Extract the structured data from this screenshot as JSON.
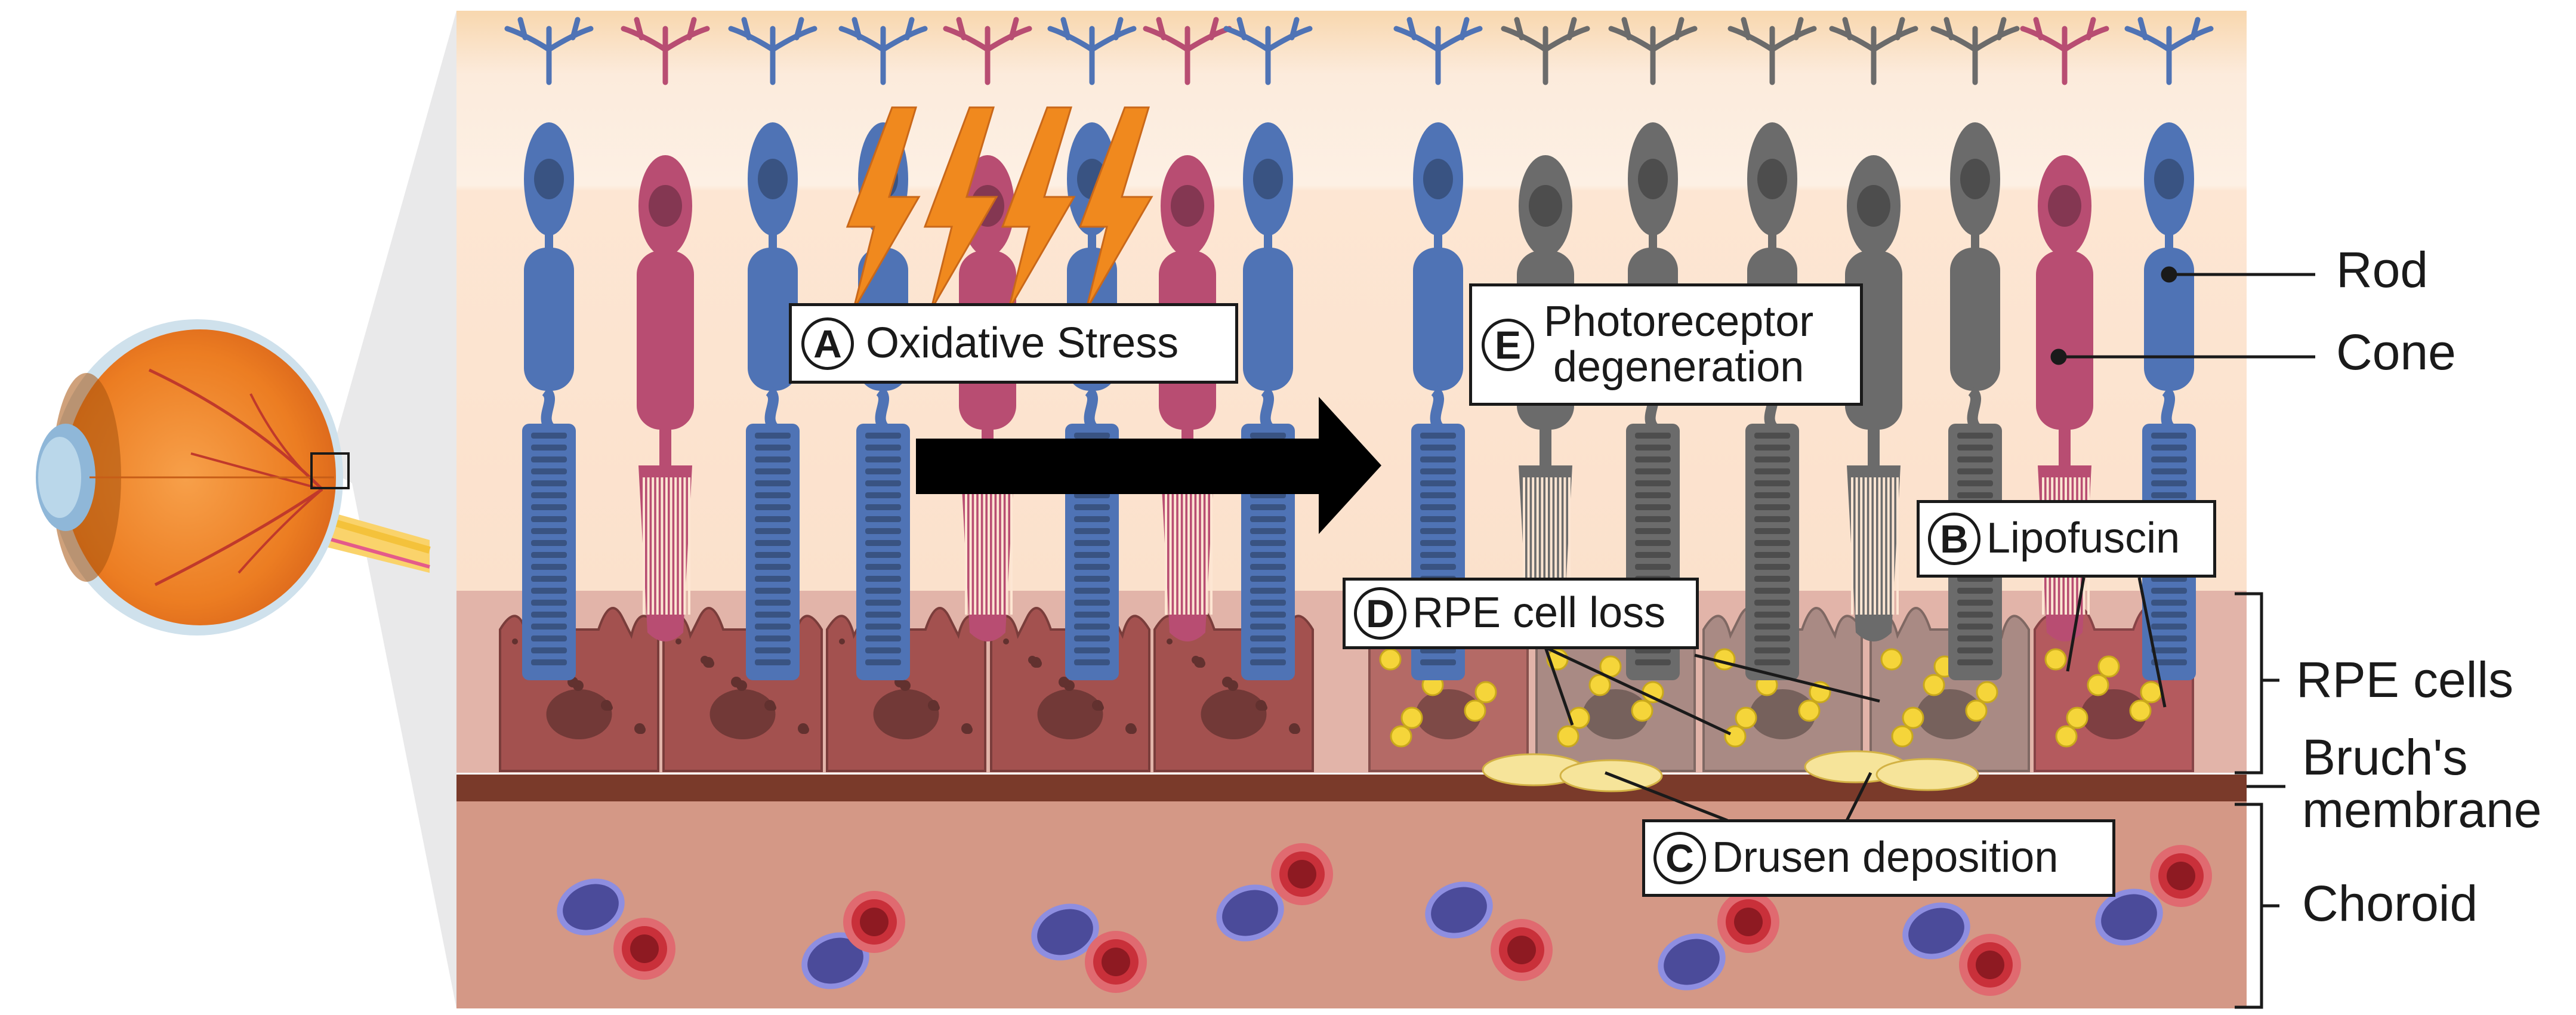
{
  "labels": {
    "oxidative_stress": {
      "letter": "A",
      "text": "Oxidative Stress"
    },
    "lipofuscin": {
      "letter": "B",
      "text": "Lipofuscin"
    },
    "drusen": {
      "letter": "C",
      "text": "Drusen deposition"
    },
    "rpe_loss": {
      "letter": "D",
      "text": "RPE cell loss"
    },
    "photoreceptor": {
      "letter": "E",
      "line1": "Photoreceptor",
      "line2": "degeneration"
    }
  },
  "legend": {
    "rod": "Rod",
    "cone": "Cone",
    "rpe_cells": "RPE cells",
    "bruchs_line1": "Bruch's",
    "bruchs_line2": "membrane",
    "choroid": "Choroid"
  },
  "colors": {
    "rod": "#4f73b5",
    "cone": "#b84d72",
    "degenerated": "#6b6b6b",
    "lightning": "#f0891e",
    "rpe": "#a3514f",
    "lipofuscin": "#f5d53a",
    "drusen": "#f6e49a",
    "bruchs": "#7a3a2a",
    "choroid": "#d69a88",
    "red_blood_cell": "#c9303a",
    "white_blood_cell": "#4b4b9a"
  }
}
